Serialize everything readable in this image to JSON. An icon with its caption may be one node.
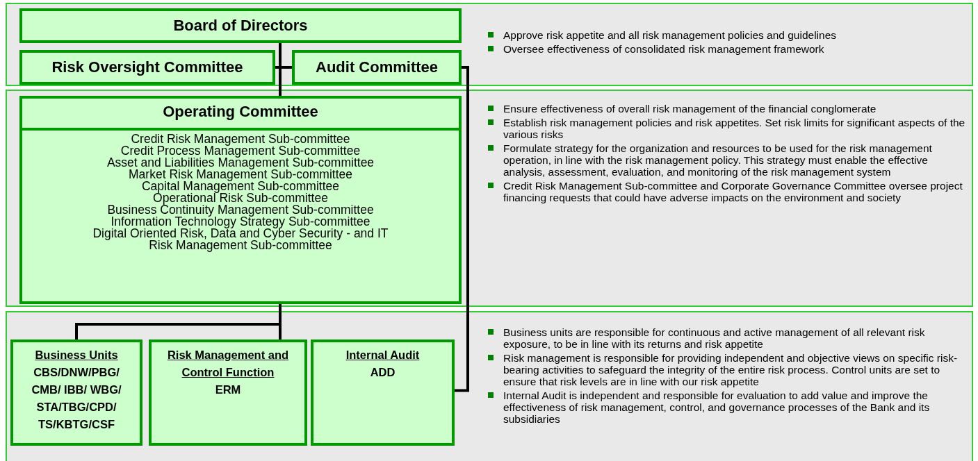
{
  "diagram": {
    "nodes": [
      {
        "text": [
          "Approve risk appetite and all risk management policies and guidelines",
          "Oversee effectiveness of consolidated risk management framework"
        ]
      },
      {
        "text": [
          "Board of Directors"
        ],
        "in": 0
      },
      {
        "text": [
          "Risk Oversight Committee"
        ],
        "in": 0
      },
      {
        "text": [
          "Audit Committee"
        ],
        "in": 0
      },
      {
        "text": [
          "Ensure effectiveness of overall risk management of the financial conglomerate",
          "Establish risk management policies and risk appetites. Set risk limits for significant aspects of the various risks",
          "Formulate strategy for the organization and resources to be used for the risk management operation, in line with the risk management policy. This strategy must enable the effective analysis, assessment, evaluation, and monitoring of the risk management system",
          "Credit Risk Management Sub-committee and Corporate Governance Committee oversee project financing requests that could have adverse impacts on the environment and society"
        ]
      },
      {
        "text": [
          "Operating Committee",
          "Credit Risk Management Sub-committee",
          "Credit Process Management Sub-committee",
          "Asset and Liabilities Management Sub-committee",
          "Market Risk Management Sub-committee",
          "Capital Management Sub-committee",
          "Operational Risk Sub-committee",
          "Business Continuity Management Sub-committee",
          "Information Technology Strategy Sub-committee",
          "Digital Oriented Risk, Data and Cyber Security - and IT Risk Management Sub-committee"
        ],
        "in": 4
      },
      {
        "text": [
          "Business units are responsible for continuous and active management of all relevant risk exposure, to be in line with its returns and risk appetite",
          "Risk management is responsible for providing independent and objective views on specific risk-bearing activities to safeguard the integrity of the entire risk process. Control units are set to ensure that risk levels are in line with our risk appetite",
          "Internal Audit is independent and responsible for evaluation to add value and improve the effectiveness of risk management, control, and governance processes of the Bank and its subsidiaries"
        ]
      },
      {
        "text": [
          "Business Units",
          "CBS/DNW/PBG/ CMB/ IBB/ WBG/ STA/TBG/CPD/ TS/KBTG/CSF"
        ],
        "in": 6
      },
      {
        "text": [
          "Risk Management and Control Function",
          "ERM"
        ],
        "in": 6
      },
      {
        "text": [
          "Internal Audit",
          "ADD"
        ],
        "in": 6
      }
    ],
    "edges": [
      {
        "from": 1,
        "to": 5,
        "arrow": "none"
      },
      {
        "from": 2,
        "to": 3,
        "arrow": "none"
      },
      {
        "from": 5,
        "to": 7,
        "arrow": "none"
      },
      {
        "from": 5,
        "to": 8,
        "arrow": "none"
      },
      {
        "from": 3,
        "to": 9,
        "arrow": "none"
      }
    ]
  }
}
